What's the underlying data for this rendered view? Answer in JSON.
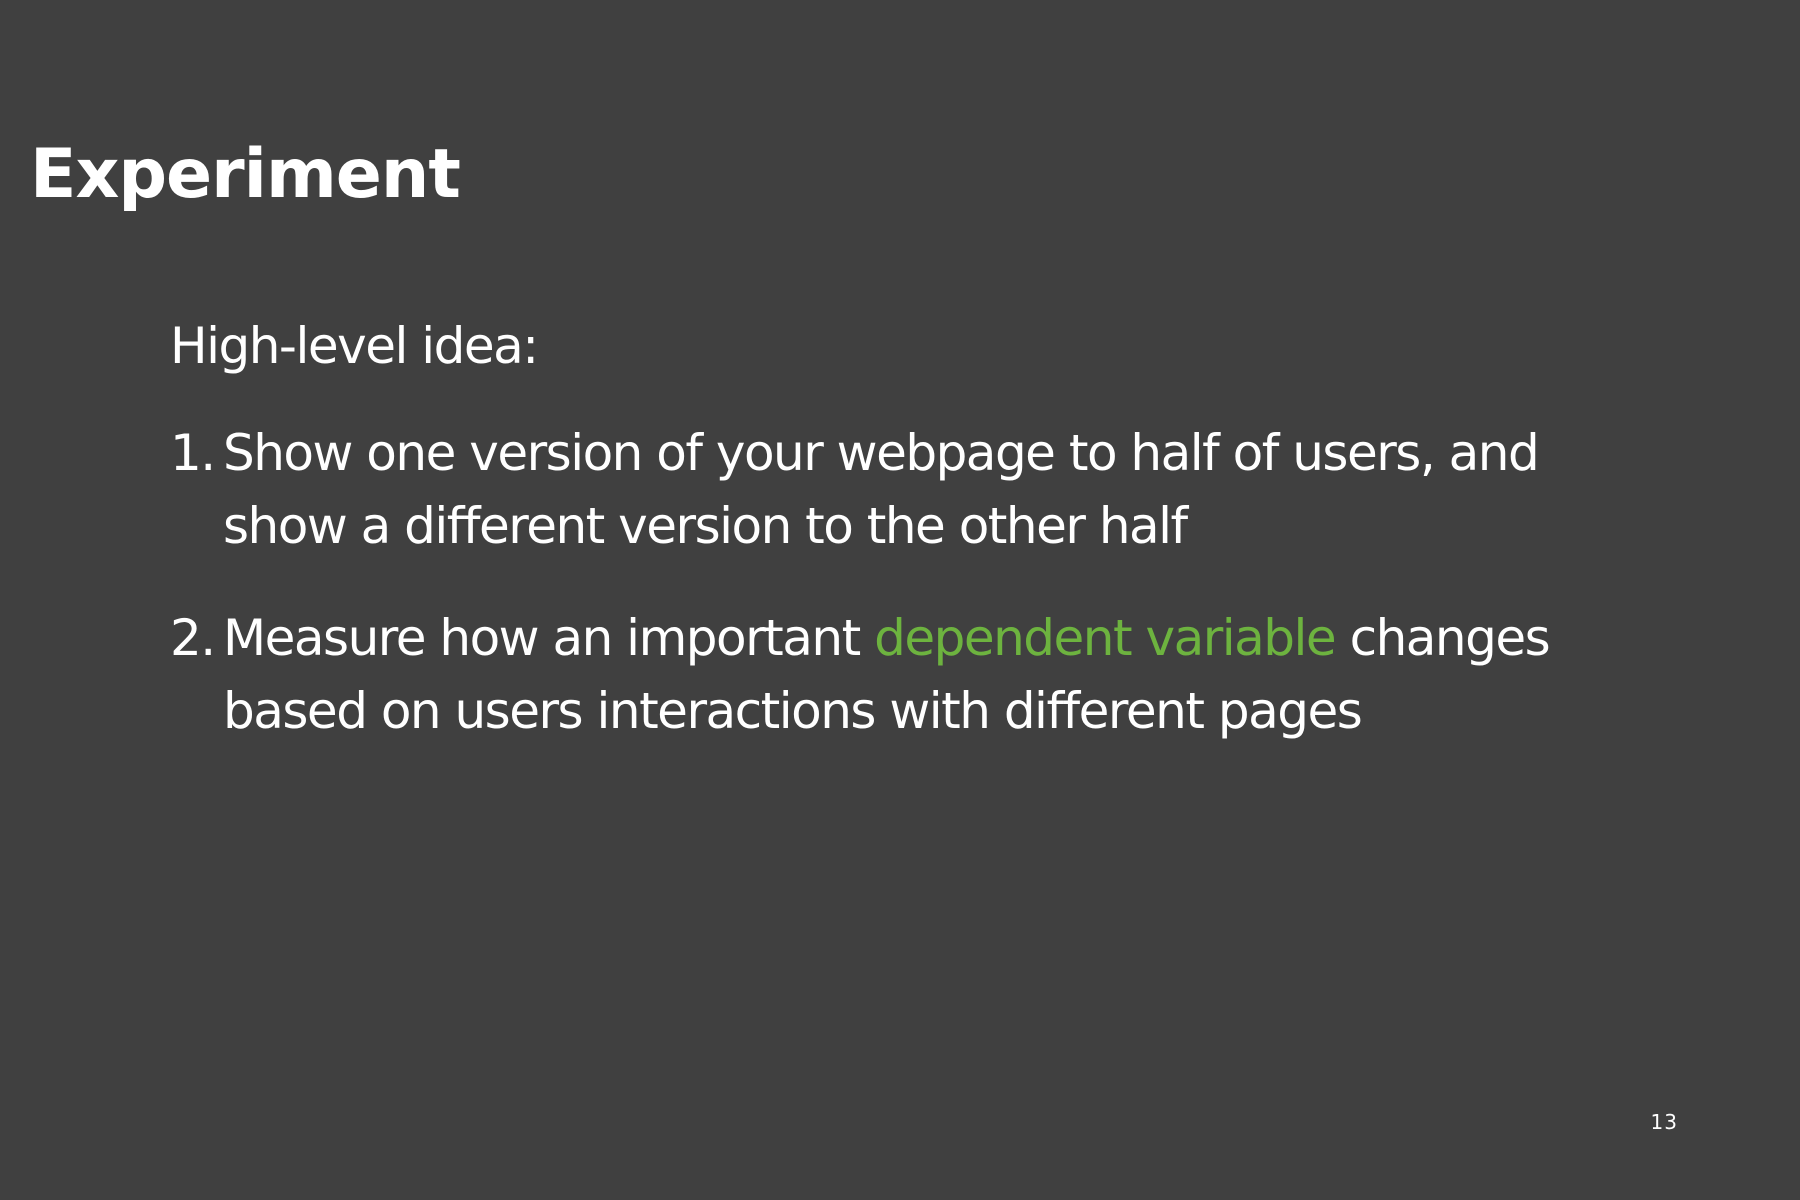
{
  "slide": {
    "title": "Experiment",
    "intro": "High-level idea:",
    "items": [
      {
        "number": "1.",
        "line1": "Show one version of your webpage to half of users, and",
        "line2": "show a different version to the other half"
      },
      {
        "number": "2.",
        "line1_before": "Measure how an important ",
        "line1_highlight": "dependent variable",
        "line1_after": " changes",
        "line2": "based on users interactions with different pages"
      }
    ],
    "page_number": "13"
  },
  "colors": {
    "background": "#404040",
    "text": "#ffffff",
    "highlight": "#6db33f"
  }
}
